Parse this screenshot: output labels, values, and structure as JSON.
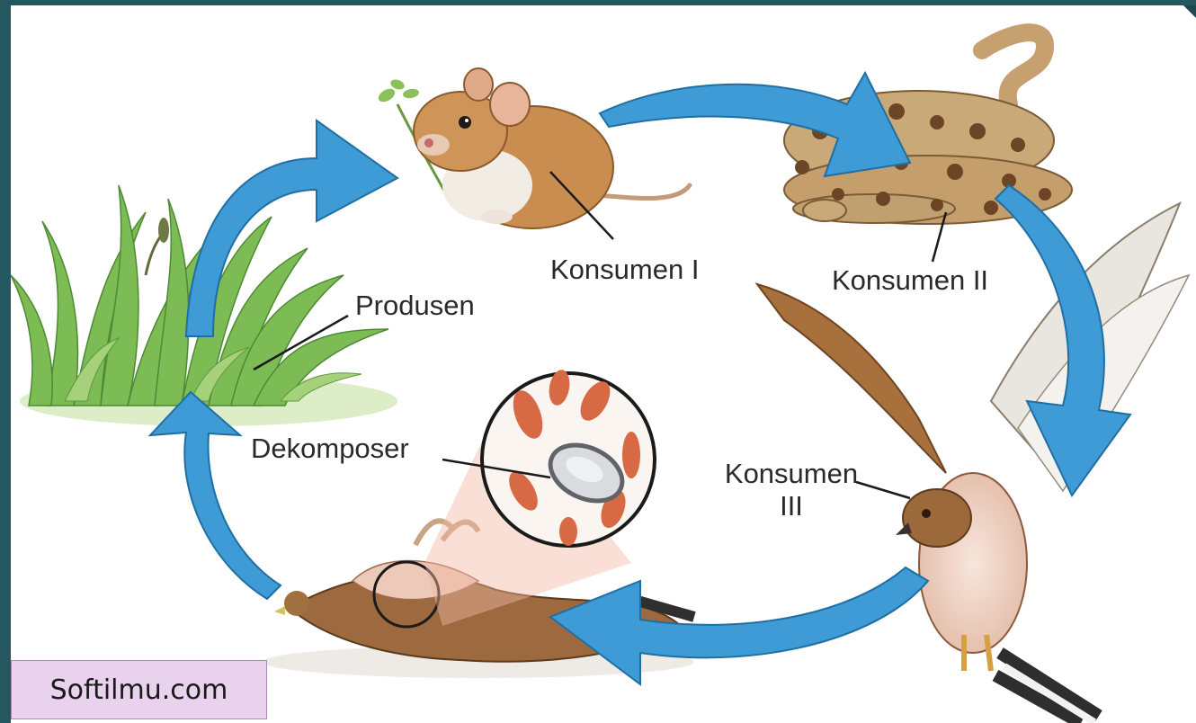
{
  "labels": {
    "produsen": "Produsen",
    "konsumen_1": "Konsumen I",
    "konsumen_2": "Konsumen II",
    "konsumen_3_line1": "Konsumen",
    "konsumen_3_line2": "III",
    "dekomposer": "Dekomposer"
  },
  "watermark": "Softilmu.com",
  "colors": {
    "arrow": "#3e9bd6",
    "arrow_edge": "#1f6fa3",
    "background": "#ffffff",
    "frame": "#24585e"
  },
  "icons": [
    "grass-icon",
    "mouse-icon",
    "snake-icon",
    "hawk-icon",
    "dead-bird-icon",
    "magnifier-icon"
  ]
}
